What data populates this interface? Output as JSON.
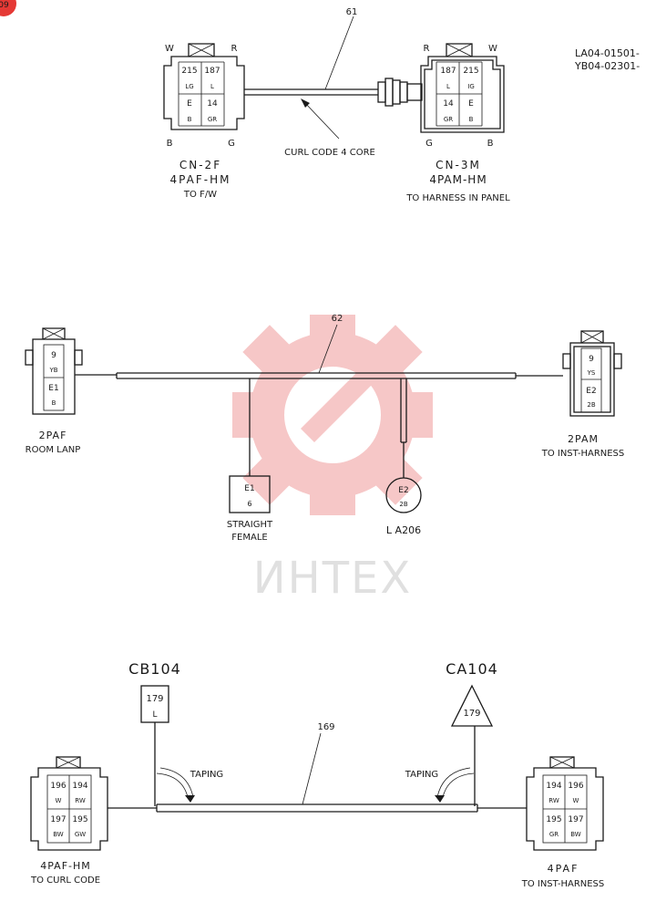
{
  "page_corner_badge": "09",
  "watermark_text": "ИНТЕХ",
  "doc_refs": [
    "LA04-01501-",
    "YB04-02301-"
  ],
  "diagram1": {
    "wire_no": "61",
    "wire_label": "CURL CODE 4 CORE",
    "left": {
      "top_left": "W",
      "top_right": "R",
      "bottom_left": "B",
      "bottom_right": "G",
      "cells": [
        {
          "num": "215",
          "color": "LG"
        },
        {
          "num": "187",
          "color": "L"
        },
        {
          "num": "E",
          "color": "B"
        },
        {
          "num": "14",
          "color": "GR"
        }
      ],
      "name": "CN-2F",
      "type": "4PAF-HM",
      "dest": "TO F/W"
    },
    "right": {
      "top_left": "R",
      "top_right": "W",
      "bottom_left": "G",
      "bottom_right": "B",
      "cells": [
        {
          "num": "187",
          "color": "L"
        },
        {
          "num": "215",
          "color": "IG"
        },
        {
          "num": "14",
          "color": "GR"
        },
        {
          "num": "E",
          "color": "B"
        }
      ],
      "name": "CN-3M",
      "type": "4PAM-HM",
      "dest": "TO HARNESS IN PANEL"
    }
  },
  "diagram2": {
    "wire_no": "62",
    "left": {
      "cells": [
        {
          "num": "9",
          "color": "YB"
        },
        {
          "num": "E1",
          "color": "B"
        }
      ],
      "type": "2PAF",
      "dest": "ROOM LANP"
    },
    "right": {
      "cells": [
        {
          "num": "9",
          "color": "YS"
        },
        {
          "num": "E2",
          "color": "2B"
        }
      ],
      "type": "2PAM",
      "dest": "TO INST-HARNESS"
    },
    "branch_square": {
      "num": "E1",
      "color": "6",
      "label1": "STRAIGHT",
      "label2": "FEMALE"
    },
    "branch_circle": {
      "num": "E2",
      "color": "2B",
      "label": "L A206"
    }
  },
  "diagram3": {
    "wire_no": "169",
    "taping_left": "TAPING",
    "taping_right": "TAPING",
    "cb": {
      "name": "CB104",
      "num": "179",
      "color": "L"
    },
    "ca": {
      "name": "CA104",
      "num": "179"
    },
    "left": {
      "cells": [
        {
          "num": "196",
          "color": "W"
        },
        {
          "num": "194",
          "color": "RW"
        },
        {
          "num": "197",
          "color": "BW"
        },
        {
          "num": "195",
          "color": "GW"
        }
      ],
      "type": "4PAF-HM",
      "dest": "TO CURL CODE"
    },
    "right": {
      "cells": [
        {
          "num": "194",
          "color": "RW"
        },
        {
          "num": "196",
          "color": "W"
        },
        {
          "num": "195",
          "color": "GR"
        },
        {
          "num": "197",
          "color": "BW"
        }
      ],
      "type": "4PAF",
      "dest": "TO INST-HARNESS"
    }
  }
}
